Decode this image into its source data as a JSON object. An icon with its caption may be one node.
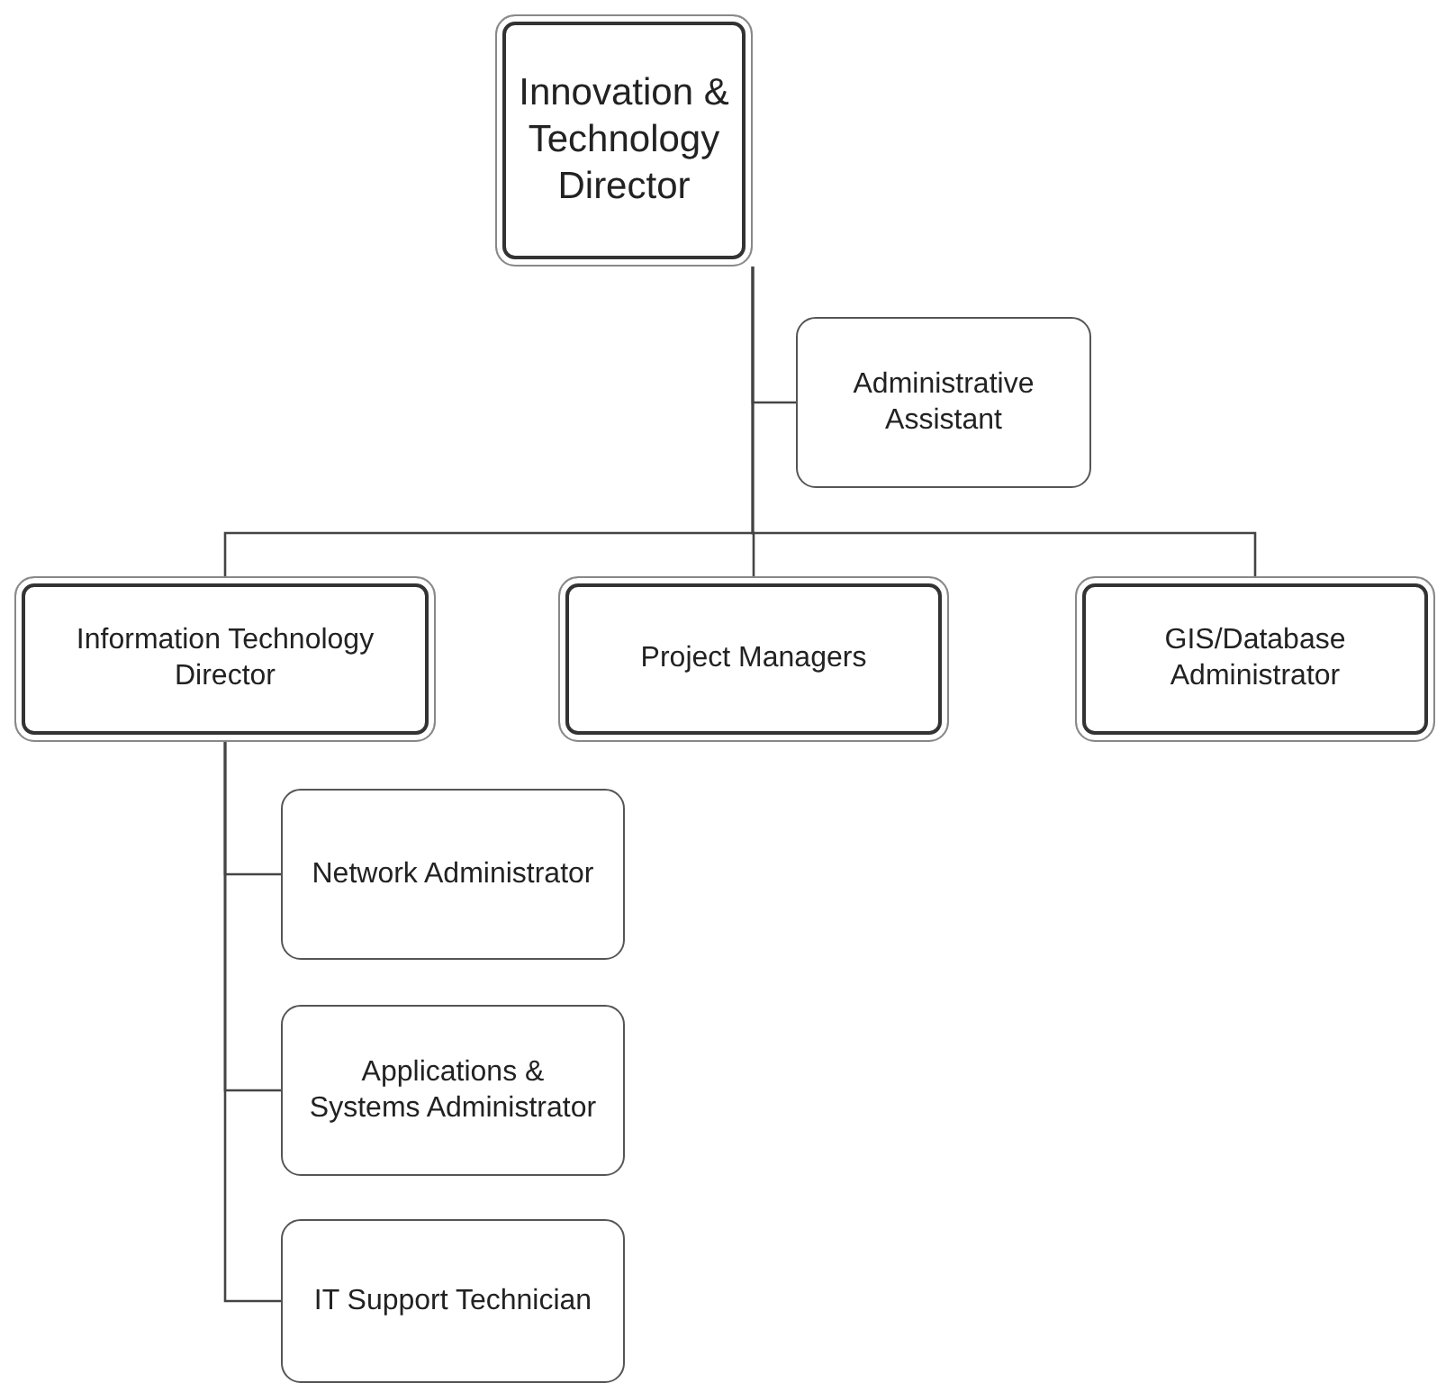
{
  "diagram": {
    "nodes": [
      {
        "text": [
          "Innovation & Technology Director"
        ]
      },
      {
        "text": [
          "Administrative Assistant"
        ]
      },
      {
        "text": [
          "Information Technology Director"
        ]
      },
      {
        "text": [
          "Project Managers"
        ]
      },
      {
        "text": [
          "GIS/Database Administrator"
        ]
      },
      {
        "text": [
          "Network Administrator"
        ]
      },
      {
        "text": [
          "Applications & Systems Administrator"
        ]
      },
      {
        "text": [
          "IT Support Technician"
        ]
      }
    ],
    "edges": [
      {
        "from": 0,
        "to": 1,
        "arrow": "none"
      },
      {
        "from": 0,
        "to": 2,
        "arrow": "none"
      },
      {
        "from": 0,
        "to": 3,
        "arrow": "none"
      },
      {
        "from": 0,
        "to": 4,
        "arrow": "none"
      },
      {
        "from": 2,
        "to": 5,
        "arrow": "none"
      },
      {
        "from": 2,
        "to": 6,
        "arrow": "none"
      },
      {
        "from": 2,
        "to": 7,
        "arrow": "none"
      }
    ]
  }
}
